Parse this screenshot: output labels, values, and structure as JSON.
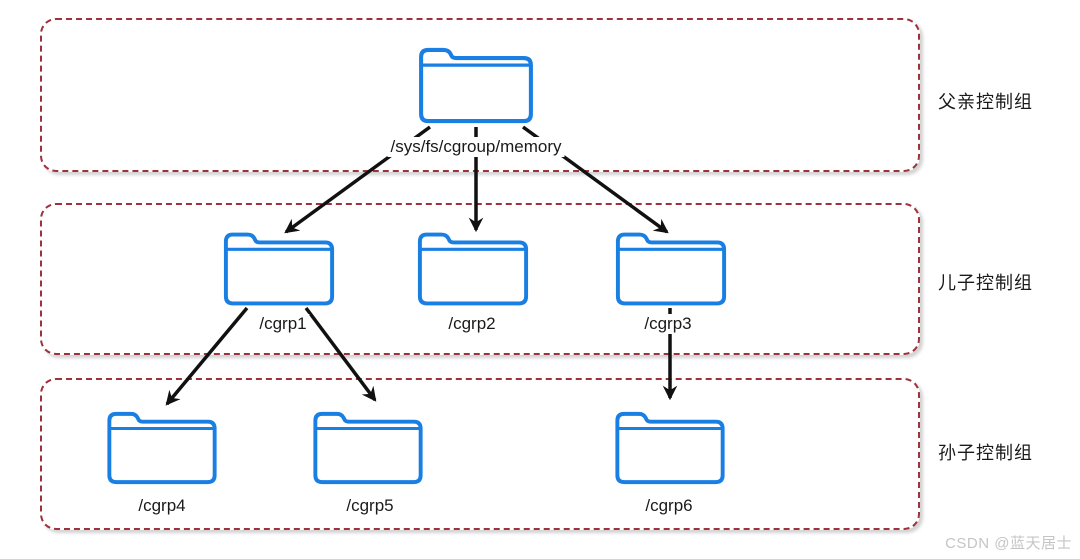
{
  "rows": [
    {
      "group_label": "父亲控制组",
      "folders": [
        {
          "name": "/sys/fs/cgroup/memory"
        }
      ]
    },
    {
      "group_label": "儿子控制组",
      "folders": [
        {
          "name": "/cgrp1"
        },
        {
          "name": "/cgrp2"
        },
        {
          "name": "/cgrp3"
        }
      ]
    },
    {
      "group_label": "孙子控制组",
      "folders": [
        {
          "name": "/cgrp4"
        },
        {
          "name": "/cgrp5"
        },
        {
          "name": "/cgrp6"
        }
      ]
    }
  ],
  "edges": [
    {
      "from": "/sys/fs/cgroup/memory",
      "to": "/cgrp1"
    },
    {
      "from": "/sys/fs/cgroup/memory",
      "to": "/cgrp2"
    },
    {
      "from": "/sys/fs/cgroup/memory",
      "to": "/cgrp3"
    },
    {
      "from": "/cgrp1",
      "to": "/cgrp4"
    },
    {
      "from": "/cgrp1",
      "to": "/cgrp5"
    },
    {
      "from": "/cgrp3",
      "to": "/cgrp6"
    }
  ],
  "watermark": "CSDN @蓝天居士",
  "colors": {
    "folder_outline": "#1a7fe3",
    "group_border": "#9d323d",
    "arrow": "#111111",
    "label_text": "#1a1a1a",
    "watermark": "#c5c5c5"
  }
}
